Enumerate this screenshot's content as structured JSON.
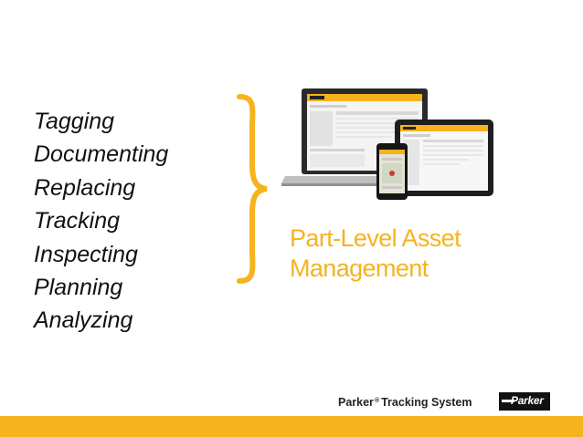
{
  "activities": [
    "Tagging",
    "Documenting",
    "Replacing",
    "Tracking",
    "Inspecting",
    "Planning",
    "Analyzing"
  ],
  "tagline": {
    "line1": "Part-Level Asset",
    "line2": "Management"
  },
  "footer": {
    "brand": "Parker",
    "registered": "®",
    "product": "Tracking System",
    "logo_text": "Parker"
  },
  "colors": {
    "accent": "#f6b31d",
    "text": "#111111",
    "logo_bg": "#111111"
  },
  "icons": [
    "curly-brace-icon",
    "laptop-icon",
    "tablet-icon",
    "phone-icon",
    "parker-logo-icon"
  ]
}
